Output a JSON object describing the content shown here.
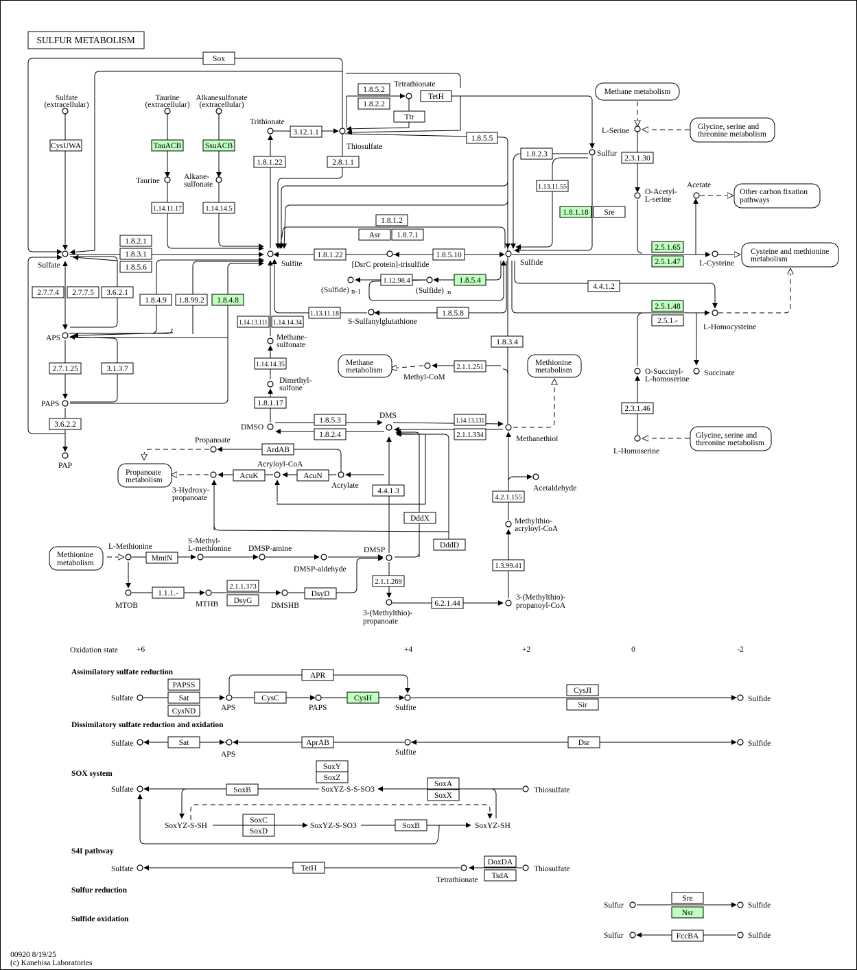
{
  "title": "SULFUR  METABOLISM",
  "footer": {
    "id_date": "00920 8/19/25",
    "copyright": "(c) Kanehisa Laboratories"
  },
  "colors": {
    "highlight": "#bfffbf",
    "line": "#000000",
    "background": "#ffffff"
  },
  "enzymes": [
    {
      "id": "sox",
      "label": "Sox",
      "hl": false
    },
    {
      "id": "e1852",
      "label": "1.8.5.2",
      "hl": false
    },
    {
      "id": "e1822",
      "label": "1.8.2.2",
      "hl": false
    },
    {
      "id": "teth1",
      "label": "TetH",
      "hl": false
    },
    {
      "id": "ttr",
      "label": "Ttr",
      "hl": false
    },
    {
      "id": "e31211",
      "label": "3.12.1.1",
      "hl": false
    },
    {
      "id": "e1855",
      "label": "1.8.5.5",
      "hl": false
    },
    {
      "id": "cysuwa",
      "label": "CysUWA",
      "hl": false
    },
    {
      "id": "tauacb",
      "label": "TauACB",
      "hl": true
    },
    {
      "id": "ssuacb",
      "label": "SsuACB",
      "hl": true
    },
    {
      "id": "e18122",
      "label": "1.8.1.22",
      "hl": false
    },
    {
      "id": "e2811",
      "label": "2.8.1.1",
      "hl": false
    },
    {
      "id": "e1823",
      "label": "1.8.2.3",
      "hl": false
    },
    {
      "id": "e2313",
      "label": "2.3.1.30",
      "hl": false
    },
    {
      "id": "e11411117",
      "label": "1.14.11.17",
      "hl": false
    },
    {
      "id": "e114145",
      "label": "1.14.14.5",
      "hl": false
    },
    {
      "id": "e1131155",
      "label": "1.13.11.55",
      "hl": false
    },
    {
      "id": "e18118",
      "label": "1.8.1.18",
      "hl": true
    },
    {
      "id": "sre1",
      "label": "Sre",
      "hl": false
    },
    {
      "id": "e1812",
      "label": "1.8.1.2",
      "hl": false
    },
    {
      "id": "asr",
      "label": "Asr",
      "hl": false
    },
    {
      "id": "e1871",
      "label": "1.8.7.1",
      "hl": false
    },
    {
      "id": "e1821",
      "label": "1.8.2.1",
      "hl": false
    },
    {
      "id": "e1831",
      "label": "1.8.3.1",
      "hl": false
    },
    {
      "id": "e1856",
      "label": "1.8.5.6",
      "hl": false
    },
    {
      "id": "e18122b",
      "label": "1.8.1.22",
      "hl": false
    },
    {
      "id": "e18510",
      "label": "1.8.5.10",
      "hl": false
    },
    {
      "id": "e25165",
      "label": "2.5.1.65",
      "hl": true
    },
    {
      "id": "e25147",
      "label": "2.5.1.47",
      "hl": true
    },
    {
      "id": "e2774",
      "label": "2.7.7.4",
      "hl": false
    },
    {
      "id": "e2775",
      "label": "2.7.7.5",
      "hl": false
    },
    {
      "id": "e3621",
      "label": "3.6.2.1",
      "hl": false
    },
    {
      "id": "e112984",
      "label": "1.12.98.4",
      "hl": false
    },
    {
      "id": "e1854",
      "label": "1.8.5.4",
      "hl": true
    },
    {
      "id": "e4412",
      "label": "4.4.1.2",
      "hl": false
    },
    {
      "id": "e1849",
      "label": "1.8.4.9",
      "hl": false
    },
    {
      "id": "e18992",
      "label": "1.8.99.2",
      "hl": false
    },
    {
      "id": "e1848",
      "label": "1.8.4.8",
      "hl": true
    },
    {
      "id": "e25148",
      "label": "2.5.1.48",
      "hl": true
    },
    {
      "id": "e2511",
      "label": "2.5.1.-",
      "hl": false
    },
    {
      "id": "e11311118",
      "label": "1.13.11.18",
      "hl": false
    },
    {
      "id": "e1858",
      "label": "1.8.5.8",
      "hl": false
    },
    {
      "id": "e114131",
      "label": "1.14.13.111",
      "hl": false
    },
    {
      "id": "e114134",
      "label": "1.14.14.34",
      "hl": false
    },
    {
      "id": "e1834",
      "label": "1.8.3.4",
      "hl": false
    },
    {
      "id": "e114145b",
      "label": "1.14.14.35",
      "hl": false
    },
    {
      "id": "e211251",
      "label": "2.1.1.251",
      "hl": false
    },
    {
      "id": "e27125",
      "label": "2.7.1.25",
      "hl": false
    },
    {
      "id": "e3137",
      "label": "3.1.3.7",
      "hl": false
    },
    {
      "id": "e23146",
      "label": "2.3.1.46",
      "hl": false
    },
    {
      "id": "e18117",
      "label": "1.8.1.17",
      "hl": false
    },
    {
      "id": "e1853",
      "label": "1.8.5.3",
      "hl": false
    },
    {
      "id": "e114131b",
      "label": "1.14.13.131",
      "hl": false
    },
    {
      "id": "e3622",
      "label": "3.6.2.2",
      "hl": false
    },
    {
      "id": "e1824",
      "label": "1.8.2.4",
      "hl": false
    },
    {
      "id": "e211334",
      "label": "2.1.1.334",
      "hl": false
    },
    {
      "id": "ardab",
      "label": "ArdAB",
      "hl": false
    },
    {
      "id": "acuk",
      "label": "AcuK",
      "hl": false
    },
    {
      "id": "acun",
      "label": "AcuN",
      "hl": false
    },
    {
      "id": "e4413",
      "label": "4.4.1.3",
      "hl": false
    },
    {
      "id": "e421155",
      "label": "4.2.1.155",
      "hl": false
    },
    {
      "id": "dddx",
      "label": "DddX",
      "hl": false
    },
    {
      "id": "dddd",
      "label": "DddD",
      "hl": false
    },
    {
      "id": "mmtn",
      "label": "MmtN",
      "hl": false
    },
    {
      "id": "e13994",
      "label": "1.3.99.41",
      "hl": false
    },
    {
      "id": "e111",
      "label": "1.1.1.-",
      "hl": false
    },
    {
      "id": "e211373",
      "label": "2.1.1.373",
      "hl": false
    },
    {
      "id": "dsyg",
      "label": "DsyG",
      "hl": false
    },
    {
      "id": "dsyd",
      "label": "DsyD",
      "hl": false
    },
    {
      "id": "e211269",
      "label": "2.1.1.269",
      "hl": false
    },
    {
      "id": "e62144",
      "label": "6.2.1.44",
      "hl": false
    }
  ],
  "compounds": [
    "Sulfate\n(extracellular)",
    "Taurine\n(extracellular)",
    "Alkanesulfonate\n(extracellular)",
    "Tetrathionate",
    "Trithionate",
    "Thiosulfate",
    "Taurine",
    "Alkane-\nsulfonate",
    "Sulfur",
    "L-Serine",
    "O-Acetyl-\nL-serine",
    "Acetate",
    "Sulfate",
    "Sulfite",
    "Sulfide",
    "[DsrC protein]-trisulfide",
    "(Sulfide)",
    "(Sulfide)",
    "L-Cysteine",
    "APS",
    "S-Sulfanylglutathione",
    "L-Homocysteine",
    "Methane-\nsulfonate",
    "Dimethyl-\nsulfone",
    "Methyl-CoM",
    "O-Succinyl-\nL-homoserine",
    "Succinate",
    "PAPS",
    "DMSO",
    "DMS",
    "Methanethiol",
    "L-Homoserine",
    "PAP",
    "Propanoate",
    "Acryloyl-CoA",
    "Acrylate",
    "3-Hydroxy-\npropanoate",
    "Acetaldehyde",
    "Methylthio-\nacryloyl-CoA",
    "L-Methionine",
    "S-Methyl-\nL-methionine",
    "DMSP-amine",
    "DMSP-aldehyde",
    "DMSP",
    "MTOB",
    "MTHB",
    "DMSHB",
    "3-(Methylthio)-\npropanoate",
    "3-(Methylthio)-\npropanoyl-CoA"
  ],
  "maps": [
    "Methane metabolism",
    "Glycine, serine and\nthreonine metabolism",
    "Other carbon fixation\npathways",
    "Cysteine and methionine\nmetabolism",
    "Methane\nmetabolism",
    "Methionine\nmetabolism",
    "Glycine, serine and\nthreonine metabolism",
    "Propanoate\nmetabolism",
    "Methionine\nmetabolism"
  ],
  "oxidation": {
    "label": "Oxidation state",
    "states": [
      "+6",
      "+4",
      "+2",
      "0",
      "-2"
    ]
  },
  "modules": [
    {
      "title": "Assimilatory sulfate reduction",
      "labels": [
        "Sulfate",
        "APS",
        "PAPS",
        "Sulfite",
        "Sulfide"
      ],
      "enzymes": [
        {
          "label": "PAPSS",
          "hl": false
        },
        {
          "label": "Sat",
          "hl": false
        },
        {
          "label": "CysND",
          "hl": false
        },
        {
          "label": "APR",
          "hl": false
        },
        {
          "label": "CysC",
          "hl": false
        },
        {
          "label": "CysH",
          "hl": true
        },
        {
          "label": "CysJI",
          "hl": false
        },
        {
          "label": "Sir",
          "hl": false
        }
      ]
    },
    {
      "title": "Dissimilatory sulfate reduction and oxidation",
      "labels": [
        "Sulfate",
        "APS",
        "Sulfite",
        "Sulfide"
      ],
      "enzymes": [
        {
          "label": "Sat",
          "hl": false
        },
        {
          "label": "AprAB",
          "hl": false
        },
        {
          "label": "Dsr",
          "hl": false
        }
      ]
    },
    {
      "title": "SOX system",
      "labels": [
        "Sulfate",
        "SoxYZ-S-S-SO3",
        "Thiosulfate",
        "SoxYZ-S-SH",
        "SoxYZ-S-SO3",
        "SoxYZ-SH"
      ],
      "enzymes": [
        {
          "label": "SoxY",
          "hl": false
        },
        {
          "label": "SoxZ",
          "hl": false
        },
        {
          "label": "SoxB",
          "hl": false
        },
        {
          "label": "SoxA",
          "hl": false
        },
        {
          "label": "SoxX",
          "hl": false
        },
        {
          "label": "SoxC",
          "hl": false
        },
        {
          "label": "SoxD",
          "hl": false
        },
        {
          "label": "SoxB",
          "hl": false
        }
      ]
    },
    {
      "title": "S4I pathway",
      "labels": [
        "Sulfate",
        "Tetrathionate",
        "Thiosulfate"
      ],
      "enzymes": [
        {
          "label": "TetH",
          "hl": false
        },
        {
          "label": "DoxDA",
          "hl": false
        },
        {
          "label": "TsdA",
          "hl": false
        }
      ]
    },
    {
      "title": "Sulfur reduction",
      "labels": [
        "Sulfur",
        "Sulfide"
      ],
      "enzymes": [
        {
          "label": "Sre",
          "hl": false
        },
        {
          "label": "Nsr",
          "hl": true
        }
      ]
    },
    {
      "title": "Sulfide oxidation",
      "labels": [
        "Sulfur",
        "Sulfide"
      ],
      "enzymes": [
        {
          "label": "FccBA",
          "hl": false
        }
      ]
    }
  ]
}
